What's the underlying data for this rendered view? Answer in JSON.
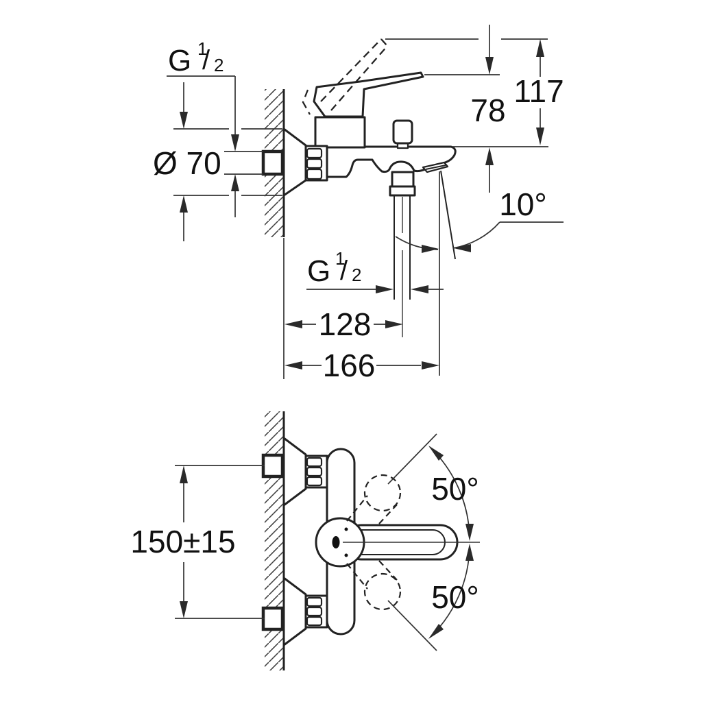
{
  "side_view": {
    "inlet_thread": {
      "g": "G",
      "num": "1",
      "slash": "/",
      "den": "2"
    },
    "escutcheon_diameter": "Ø 70",
    "dim_height_total": "117",
    "dim_spout_to_lever": "78",
    "dim_spout_angle": "10°",
    "shower_thread": {
      "g": "G",
      "num": "1",
      "slash": "/",
      "den": "2"
    },
    "dim_wall_to_shower_outlet": "128",
    "dim_wall_to_spout_outlet": "166"
  },
  "plan_view": {
    "dim_inlet_spacing": "150±15",
    "dim_swivel_upper": "50°",
    "dim_swivel_lower": "50°"
  },
  "colors": {
    "line": "#222222",
    "dimension_line": "#333333",
    "text": "#111111",
    "background": "#ffffff"
  }
}
